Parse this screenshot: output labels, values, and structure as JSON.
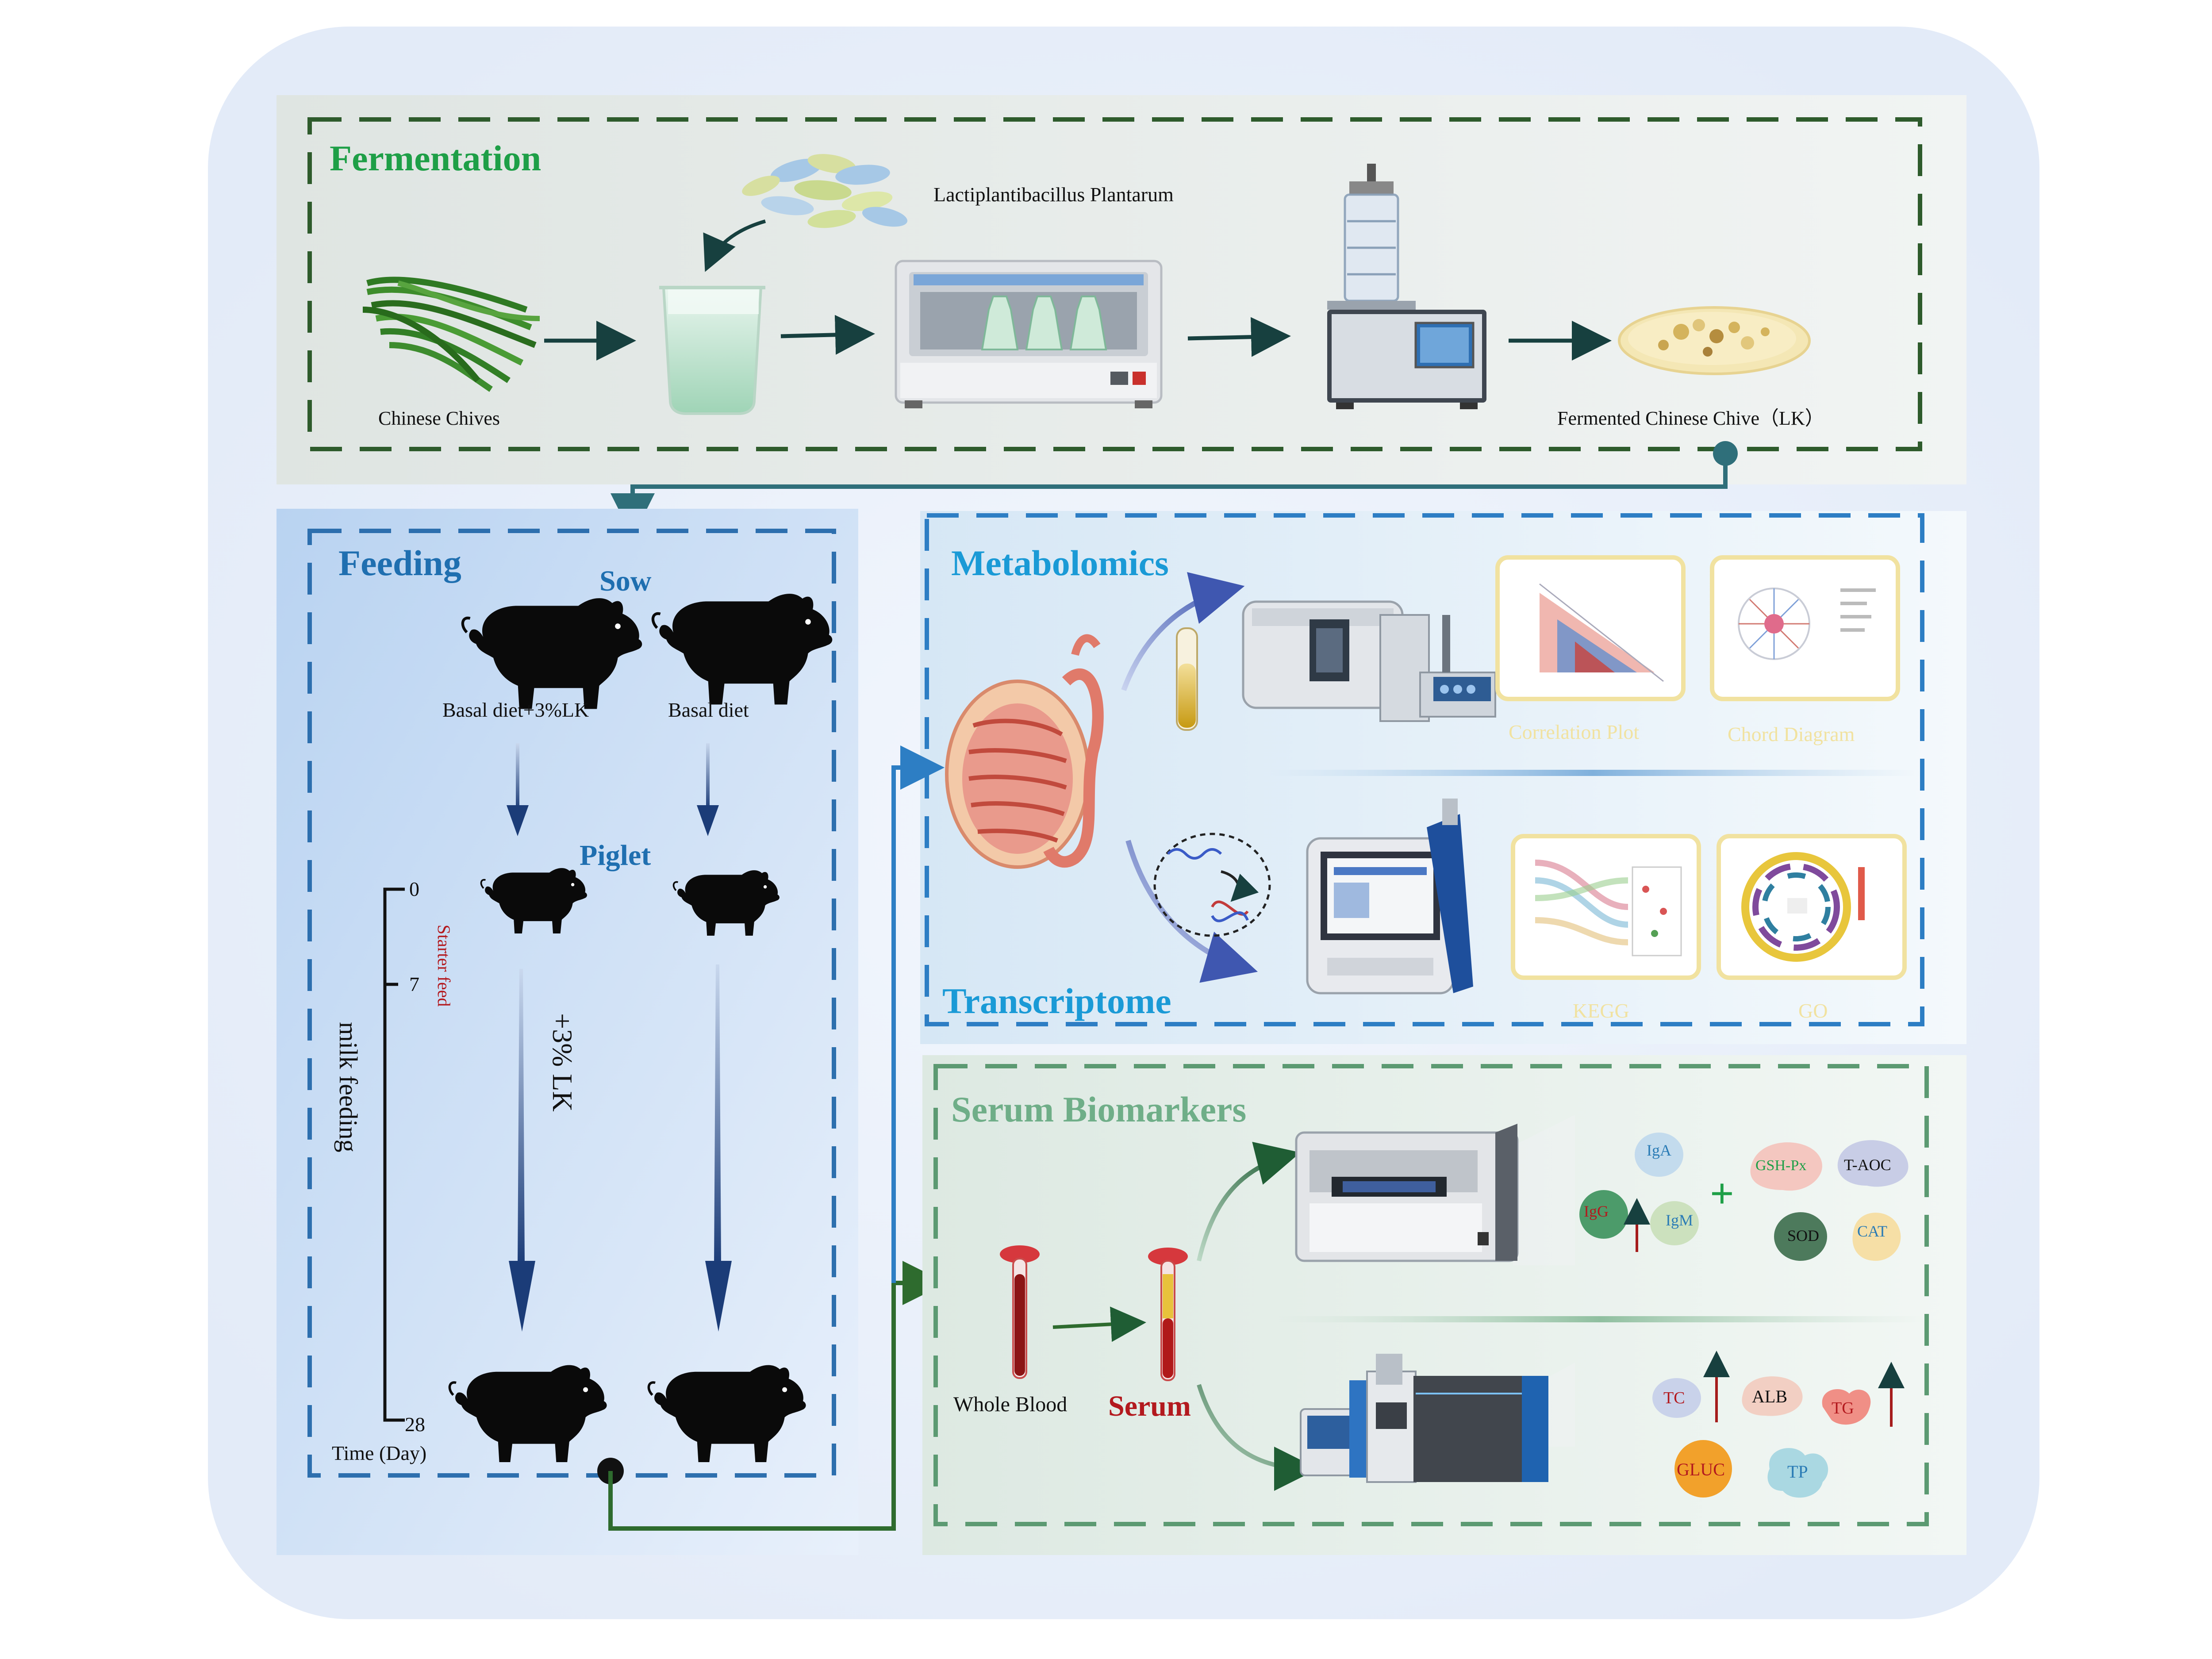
{
  "colors": {
    "fermentation": "#1e9f47",
    "feeding": "#1f6fb0",
    "metabolomics": "#1a9ad6",
    "serum_title": "#6fae88",
    "serum_red": "#b3191e",
    "chart_label": "#f1e2a0",
    "connector_teal": "#2f6f7a",
    "connector_green": "#2e6b2e"
  },
  "fermentation": {
    "title": "Fermentation",
    "bacteria_label": "Lactiplantibacillus Plantarum",
    "chives_label": "Chinese Chives",
    "product_label": "Fermented Chinese Chive（LK）"
  },
  "feeding": {
    "title": "Feeding",
    "sow_label": "Sow",
    "diet_lk": "Basal diet+3%LK",
    "diet_basal": "Basal diet",
    "piglet_label": "Piglet",
    "day_0": "0",
    "day_7": "7",
    "day_28": "28",
    "starter_feed": "Starter feed",
    "milk_feeding": "milk feeding",
    "lk_supplement": "+3% LK",
    "time_axis": "Time (Day)"
  },
  "omics": {
    "metabolomics_title": "Metabolomics",
    "transcriptome_title": "Transcriptome",
    "correlation_plot": "Correlation Plot",
    "chord_diagram": "Chord Diagram",
    "kegg": "KEGG",
    "go": "GO"
  },
  "serum": {
    "title": "Serum Biomarkers",
    "whole_blood": "Whole Blood",
    "serum_label": "Serum",
    "iga": "IgA",
    "igg": "IgG",
    "igm": "IgM",
    "gsh_px": "GSH-Px",
    "t_aoc": "T-AOC",
    "sod": "SOD",
    "cat": "CAT",
    "tc": "TC",
    "alb": "ALB",
    "tg": "TG",
    "gluc": "GLUC",
    "tp": "TP"
  }
}
